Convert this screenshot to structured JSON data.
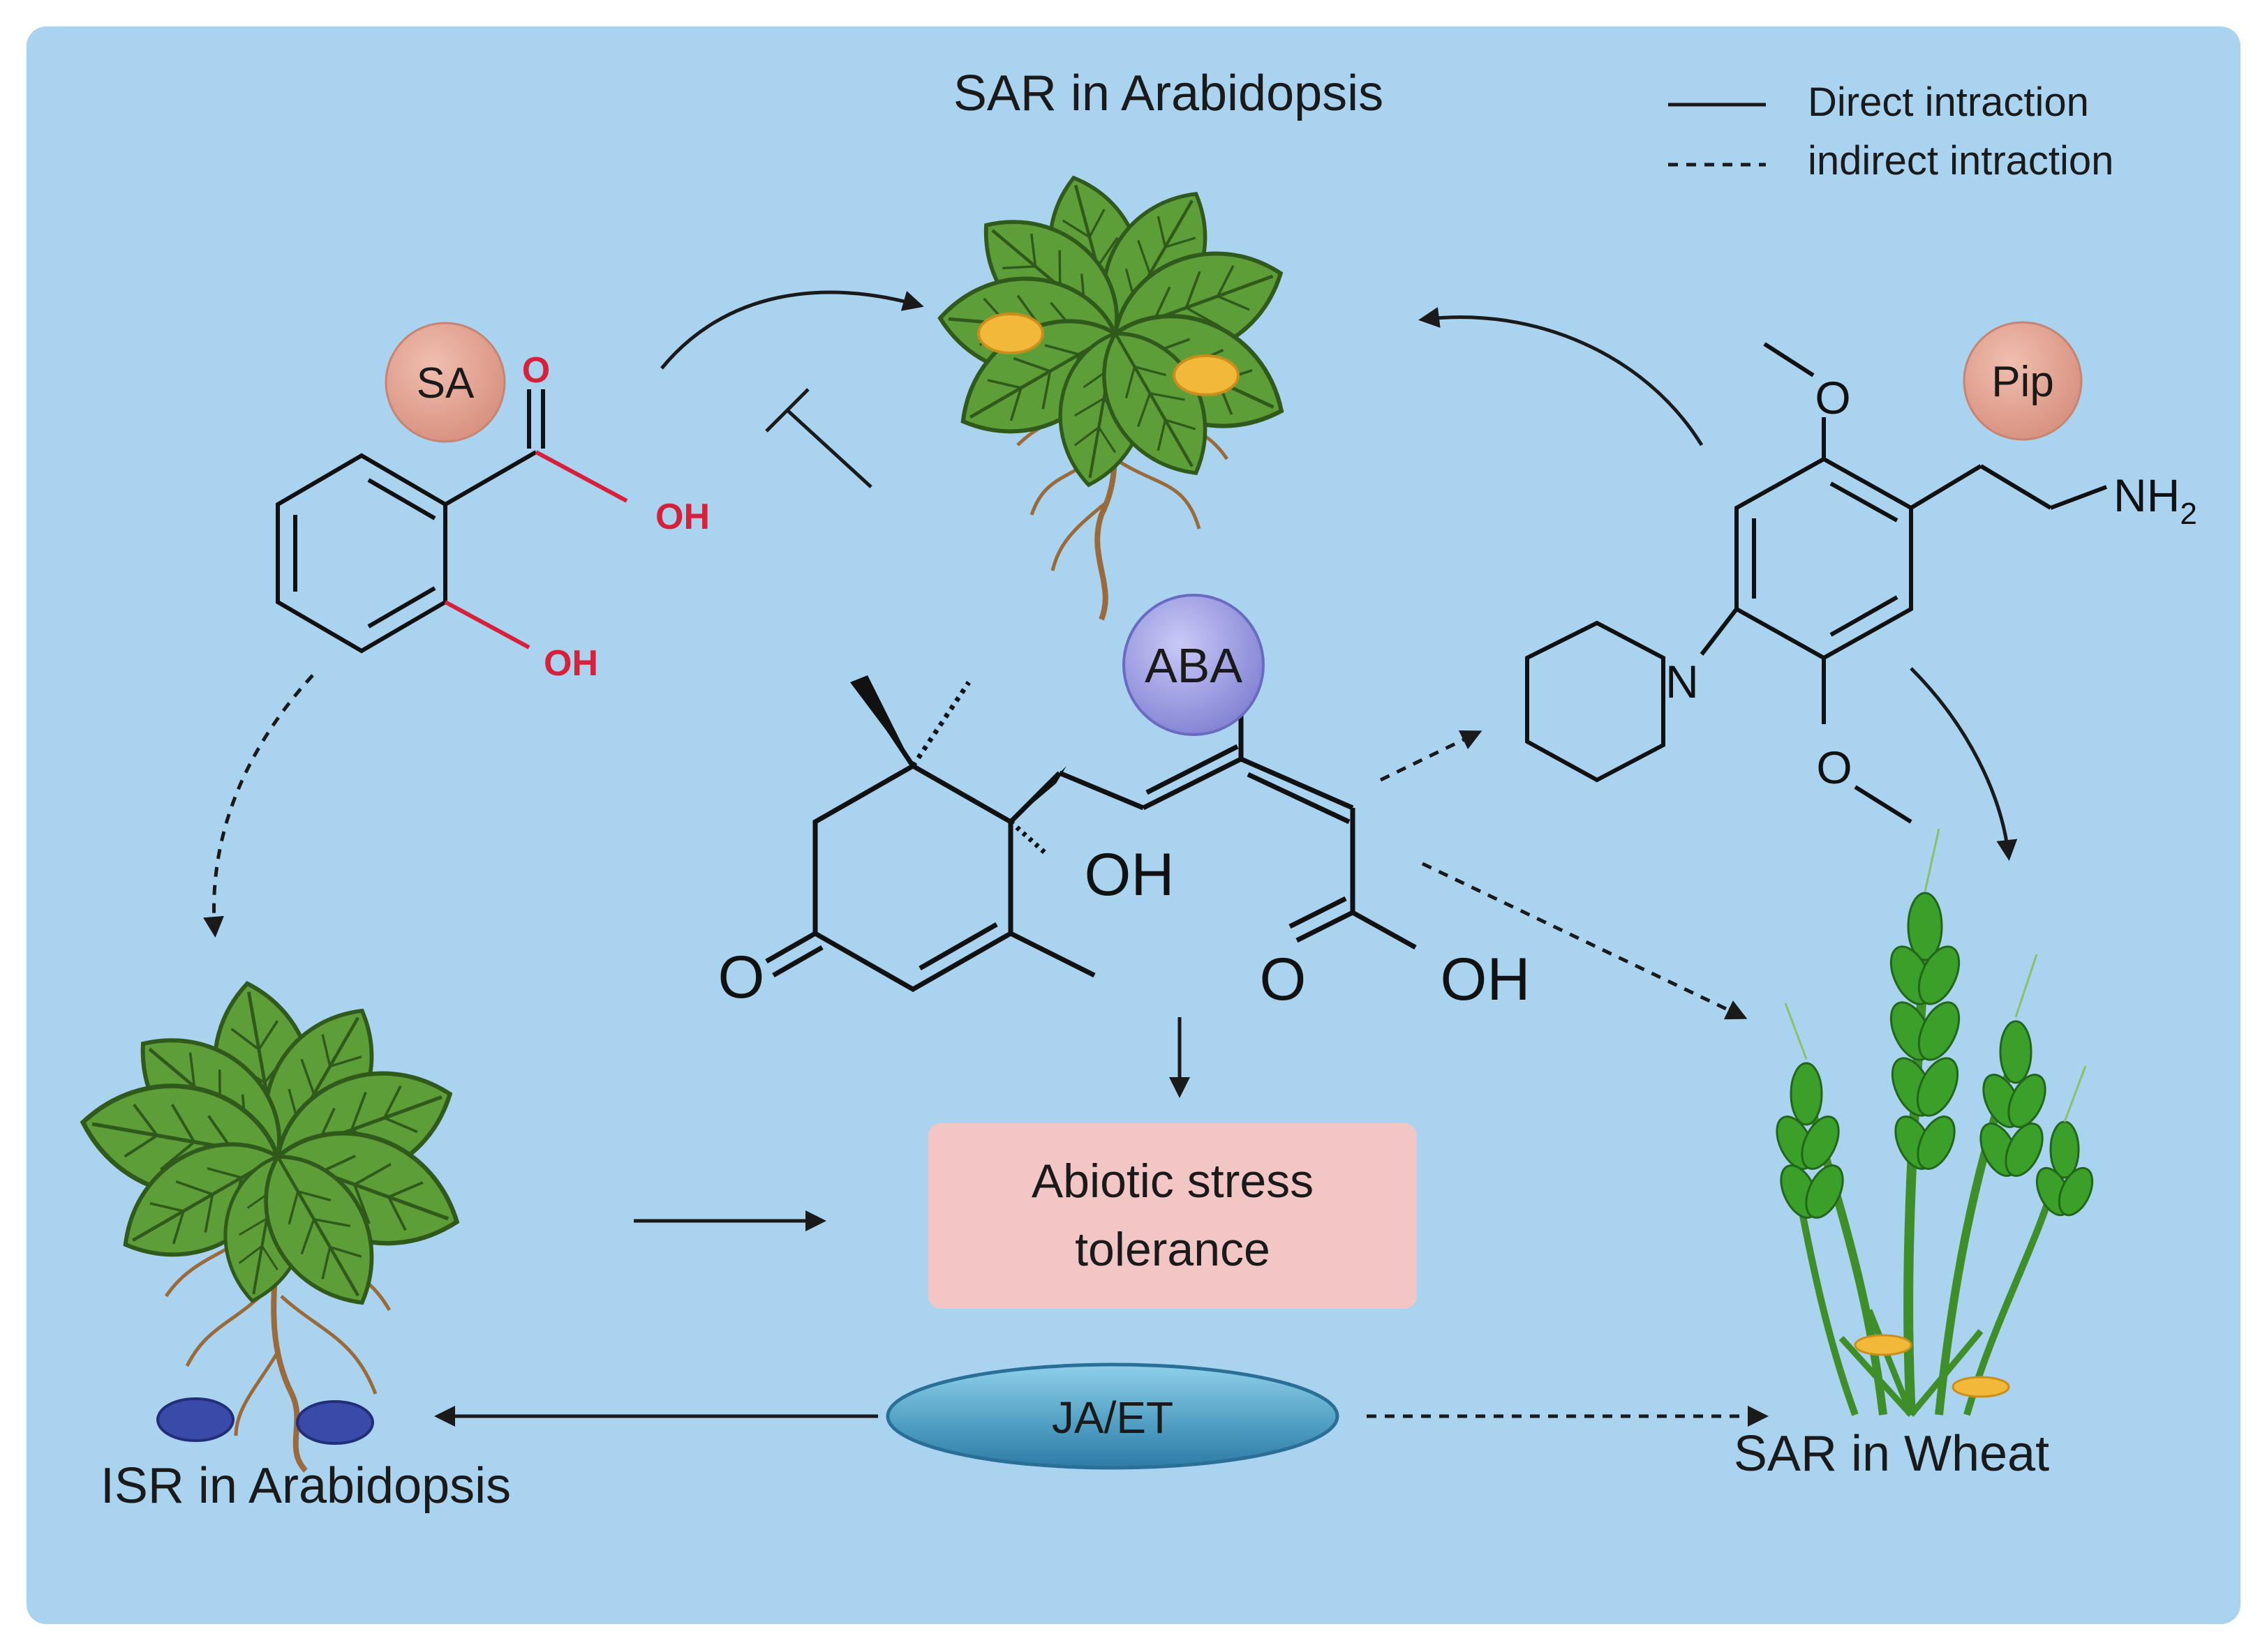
{
  "titles": {
    "sar_arabidopsis": "SAR in Arabidopsis",
    "isr_arabidopsis": "ISR in Arabidopsis",
    "sar_wheat": "SAR in Wheat"
  },
  "legend": {
    "direct": "Direct intraction",
    "indirect": "indirect intraction"
  },
  "badges": {
    "sa": "SA",
    "aba": "ABA",
    "pip": "Pip",
    "ja_et": "JA/ET"
  },
  "center_box": {
    "line1": "Abiotic stress",
    "line2": "tolerance"
  },
  "atoms": {
    "sa_o": "O",
    "sa_oh_acid": "OH",
    "sa_oh_ring": "OH",
    "aba_oh": "OH",
    "aba_o_ketone": "O",
    "aba_o_acid": "O",
    "aba_oh_acid": "OH",
    "pip_o_top": "O",
    "pip_o_bottom": "O",
    "pip_n": "N",
    "pip_nh2": "NH",
    "pip_nh2_sub": "2"
  },
  "colors": {
    "background": "#a9d3ee",
    "border": "#ffffff",
    "badge_red": "#e2a090",
    "badge_purple": "#a6a6e6",
    "box_pink": "#f3c6c6",
    "ellipse_blue": "#5ba7c8",
    "leaf_green": "#5a9a37",
    "root_brown": "#9a6a3a",
    "lesion_yellow": "#f2b83a",
    "arrow": "#1a1a1a",
    "sa_atoms": "#d7203a"
  }
}
